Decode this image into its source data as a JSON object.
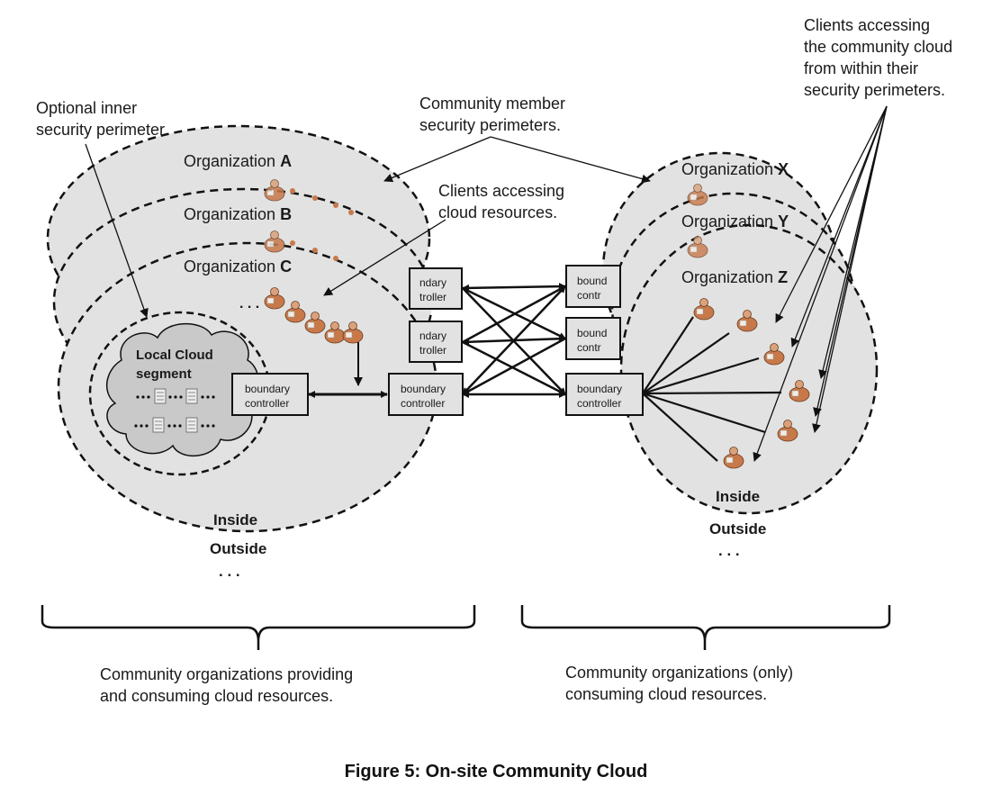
{
  "labels": {
    "optional_inner": [
      "Optional inner",
      "security perimeter."
    ],
    "community_member": [
      "Community member",
      "security perimeters."
    ],
    "clients_cloud": [
      "Clients accessing",
      "cloud resources."
    ],
    "clients_community": [
      "Clients accessing",
      "the community cloud",
      "from within their",
      "security perimeters."
    ],
    "org_a": [
      "Organization ",
      "A"
    ],
    "org_b": [
      "Organization ",
      "B"
    ],
    "org_c": [
      "Organization ",
      "C"
    ],
    "org_x": [
      "Organization ",
      "X"
    ],
    "org_y": [
      "Organization ",
      "Y"
    ],
    "org_z": [
      "Organization ",
      "Z"
    ],
    "local_cloud": [
      "Local Cloud",
      "segment"
    ],
    "boundary_controller": [
      "boundary",
      "controller"
    ],
    "boundary_partial_left": [
      "ndary",
      "troller"
    ],
    "boundary_partial_right": [
      "bound",
      "contr"
    ],
    "inside": "Inside",
    "outside": "Outside",
    "ellipsis": ". . .",
    "ellipsis_small": ". . .",
    "left_group": [
      "Community organizations providing",
      "and consuming cloud resources."
    ],
    "right_group": [
      "Community organizations (only)",
      "consuming cloud resources."
    ]
  },
  "caption": "Figure 5: On-site Community Cloud",
  "colors": {
    "ellipse_fill": "#e2e2e2",
    "cloud_fill": "#c9c9c9",
    "person": "#c8794a",
    "stroke": "#111111"
  }
}
